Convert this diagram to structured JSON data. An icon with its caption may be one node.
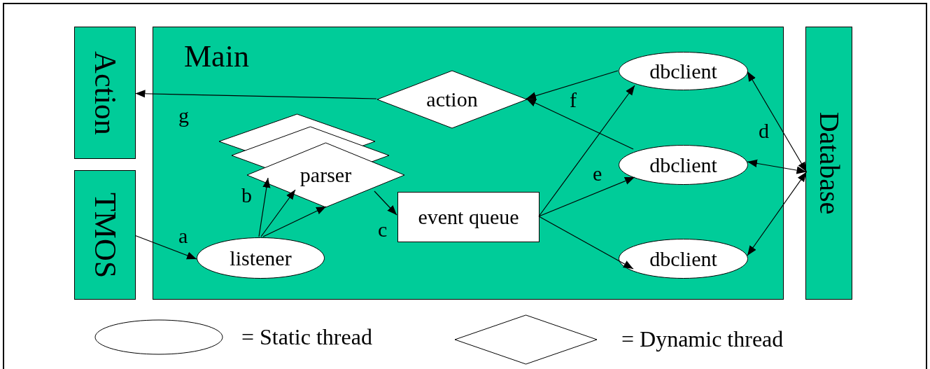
{
  "diagram": {
    "nodes": [
      {
        "text": [
          "Action"
        ]
      },
      {
        "text": [
          "TMOS"
        ]
      },
      {
        "text": [
          "Main"
        ]
      },
      {
        "text": [
          "action"
        ],
        "in": 2
      },
      {
        "text": [
          "dbclient"
        ],
        "in": 2
      },
      {
        "text": [
          "dbclient"
        ],
        "in": 2
      },
      {
        "text": [
          "dbclient"
        ],
        "in": 2
      },
      {
        "text": [],
        "shape": "diamond",
        "in": 2
      },
      {
        "text": [],
        "shape": "diamond",
        "in": 2
      },
      {
        "text": [
          "parser"
        ],
        "in": 2
      },
      {
        "text": [
          "event queue"
        ],
        "in": 2
      },
      {
        "text": [
          "listener"
        ],
        "in": 2
      },
      {
        "text": [
          "Database"
        ]
      }
    ],
    "edges": [
      {
        "from": 3,
        "to": 0,
        "arrow": "to",
        "label": "g"
      },
      {
        "from": 1,
        "to": 11,
        "arrow": "to",
        "label": "a"
      },
      {
        "from": 11,
        "to": 9,
        "arrow": "to",
        "label": "b"
      },
      {
        "from": 11,
        "to": 9,
        "arrow": "to"
      },
      {
        "from": 11,
        "to": 9,
        "arrow": "to"
      },
      {
        "from": 9,
        "to": 10,
        "arrow": "to",
        "label": "c"
      },
      {
        "from": 10,
        "to": 4,
        "arrow": "to"
      },
      {
        "from": 10,
        "to": 5,
        "arrow": "to",
        "label": "e"
      },
      {
        "from": 10,
        "to": 6,
        "arrow": "to"
      },
      {
        "from": 4,
        "to": 3,
        "arrow": "to",
        "label": "f"
      },
      {
        "from": 5,
        "to": 3,
        "arrow": "to"
      },
      {
        "from": 12,
        "to": 4,
        "arrow": "both",
        "label": "d"
      },
      {
        "from": 12,
        "to": 5,
        "arrow": "both"
      },
      {
        "from": 12,
        "to": 6,
        "arrow": "both"
      }
    ],
    "legend": [
      {
        "text": "= Static thread"
      },
      {
        "text": "= Dynamic thread"
      }
    ]
  }
}
